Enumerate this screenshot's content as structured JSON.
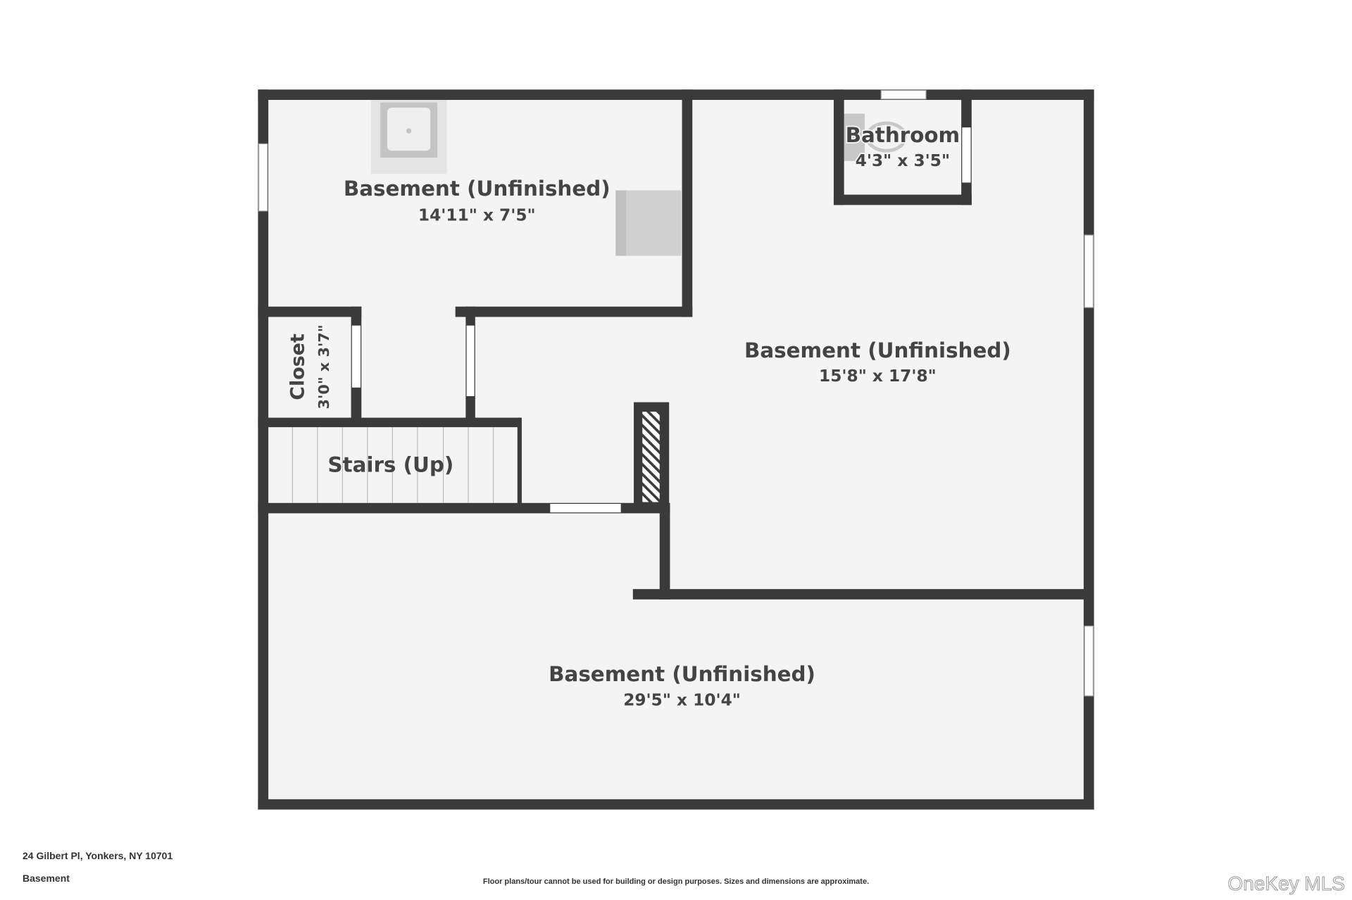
{
  "rooms": [
    {
      "name": "Basement (Unfinished)",
      "dims": "14'11\" x 7'5\""
    },
    {
      "name": "Basement (Unfinished)",
      "dims": "15'8\" x 17'8\""
    },
    {
      "name": "Bathroom",
      "dims": "4'3\" x 3'5\""
    },
    {
      "name": "Closet",
      "dims": "3'0\" x 3'7\""
    },
    {
      "name": "Stairs (Up)"
    },
    {
      "name": "Basement (Unfinished)",
      "dims": "29'5\" x 10'4\""
    }
  ],
  "footer": {
    "address": "24 Gilbert Pl, Yonkers, NY 10701",
    "floor": "Basement",
    "disclaimer": "Floor plans/tour cannot be used for building or design purposes. Sizes and dimensions are approximate.",
    "logo": "OneKey MLS"
  },
  "colors": {
    "wall": "#3a3a3a",
    "floor": "#f4f4f4",
    "fixture": "#c8c8c8"
  }
}
